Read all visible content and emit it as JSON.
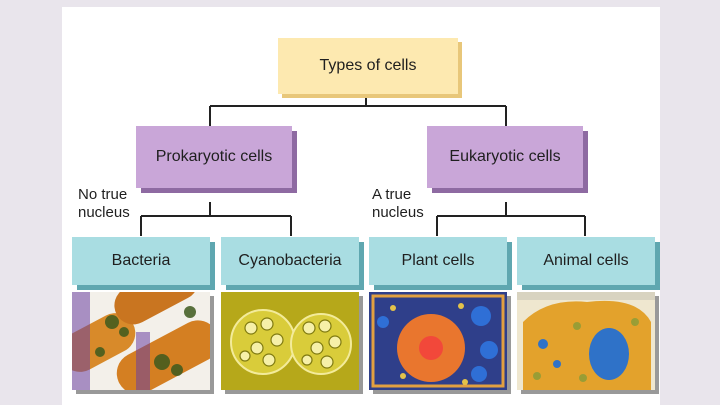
{
  "diagram": {
    "root": {
      "label": "Types of cells"
    },
    "branches": [
      {
        "label": "Prokaryotic cells",
        "note": "No true nucleus",
        "note_lines": [
          "No true",
          "nucleus"
        ],
        "children": [
          {
            "label": "Bacteria",
            "image": "bacteria-micrograph"
          },
          {
            "label": "Cyanobacteria",
            "image": "cyanobacteria-micrograph"
          }
        ]
      },
      {
        "label": "Eukaryotic cells",
        "note": "A true nucleus",
        "note_lines": [
          "A true",
          "nucleus"
        ],
        "children": [
          {
            "label": "Plant cells",
            "image": "plant-cell-micrograph"
          },
          {
            "label": "Animal cells",
            "image": "animal-cell-micrograph"
          }
        ]
      }
    ]
  },
  "colors": {
    "root_fill": "#fde9b0",
    "category_fill": "#c9a6d8",
    "leaf_fill": "#a9dde2",
    "connector": "#222222"
  }
}
